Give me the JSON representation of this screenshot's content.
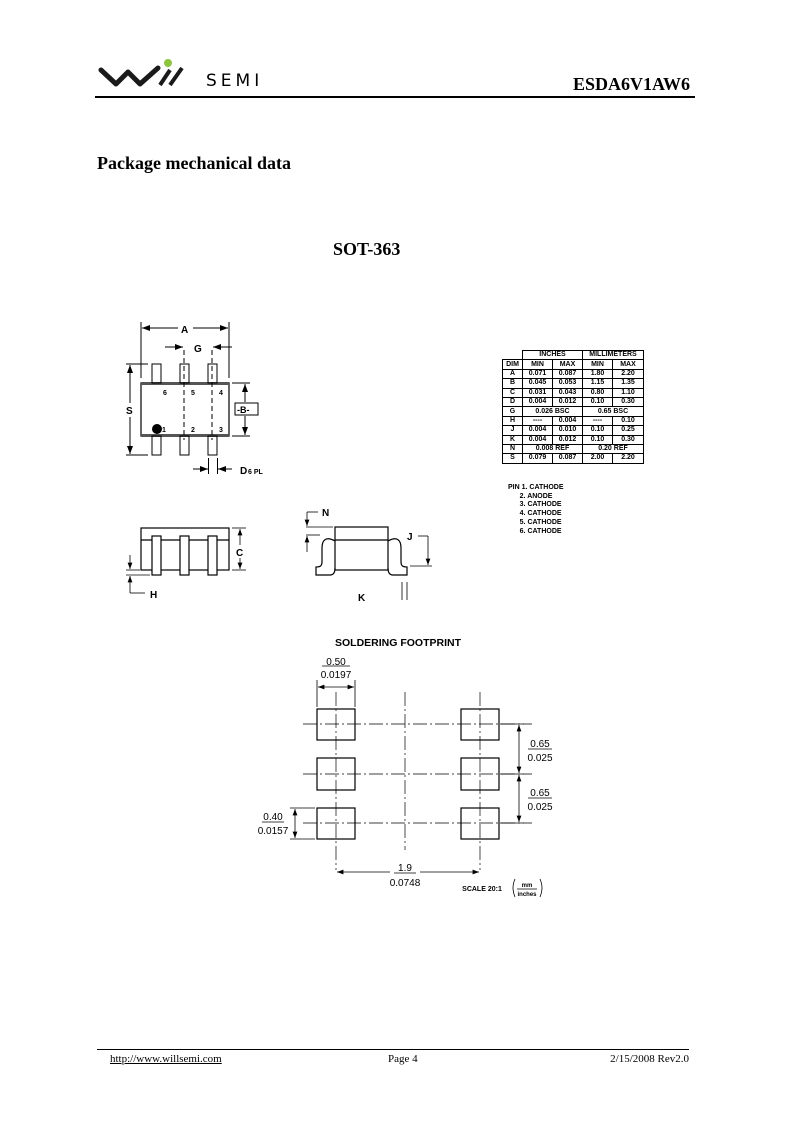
{
  "header": {
    "logo_text": "SEMI",
    "part_number": "ESDA6V1AW6",
    "brand_color": "#8cc63f"
  },
  "section_title": "Package mechanical data",
  "package_name": "SOT-363",
  "top_view": {
    "dim_a": "A",
    "dim_g": "G",
    "dim_s": "S",
    "dim_b": "-B-",
    "dim_d": "D",
    "dim_d_note": "6 PL",
    "pin_numbers_top": [
      "6",
      "5",
      "4"
    ],
    "pin_numbers_bottom": [
      "1",
      "2",
      "3"
    ]
  },
  "side_view": {
    "dim_c": "C",
    "dim_h": "H"
  },
  "end_view": {
    "dim_n": "N",
    "dim_j": "J",
    "dim_k": "K"
  },
  "dim_table": {
    "group_headers": [
      "INCHES",
      "MILLIMETERS"
    ],
    "columns": [
      "DIM",
      "MIN",
      "MAX",
      "MIN",
      "MAX"
    ],
    "rows": [
      [
        "A",
        "0.071",
        "0.087",
        "1.80",
        "2.20"
      ],
      [
        "B",
        "0.045",
        "0.053",
        "1.15",
        "1.35"
      ],
      [
        "C",
        "0.031",
        "0.043",
        "0.80",
        "1.10"
      ],
      [
        "D",
        "0.004",
        "0.012",
        "0.10",
        "0.30"
      ],
      [
        "G",
        "0.026 BSC",
        "0.65 BSC"
      ],
      [
        "H",
        "----",
        "0.004",
        "----",
        "0.10"
      ],
      [
        "J",
        "0.004",
        "0.010",
        "0.10",
        "0.25"
      ],
      [
        "K",
        "0.004",
        "0.012",
        "0.10",
        "0.30"
      ],
      [
        "N",
        "0.008 REF",
        "0.20 REF"
      ],
      [
        "S",
        "0.079",
        "0.087",
        "2.00",
        "2.20"
      ]
    ]
  },
  "pin_list": [
    "PIN 1. CATHODE",
    "      2. ANODE",
    "      3. CATHODE",
    "      4. CATHODE",
    "      5. CATHODE",
    "      6. CATHODE"
  ],
  "footprint": {
    "title": "SOLDERING FOOTPRINT",
    "pad_width_mm": "0.50",
    "pad_width_in": "0.0197",
    "pitch1_mm": "0.65",
    "pitch1_in": "0.025",
    "pitch2_mm": "0.65",
    "pitch2_in": "0.025",
    "pad_height_mm": "0.40",
    "pad_height_in": "0.0157",
    "span_mm": "1.9",
    "span_in": "0.0748",
    "scale": "SCALE 20:1",
    "unit_top": "mm",
    "unit_bottom": "inches"
  },
  "footer": {
    "url": "http://www.willsemi.com",
    "page": "Page 4",
    "date_rev": "2/15/2008 Rev2.0"
  }
}
